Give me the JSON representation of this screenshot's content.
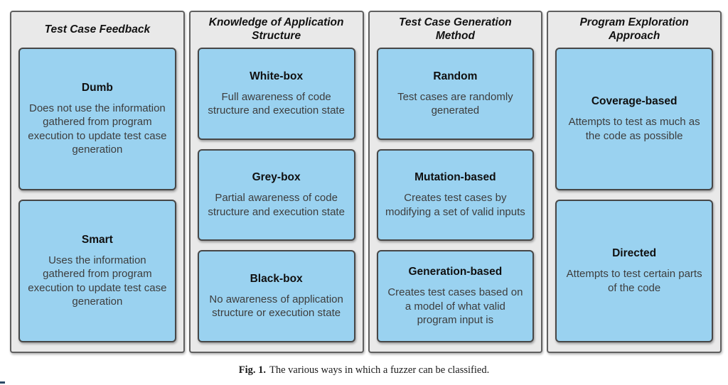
{
  "diagram": {
    "columns": [
      {
        "title": "Test Case Feedback",
        "boxes": [
          {
            "title": "Dumb",
            "description": "Does not use the information gathered from program execution to update test case generation"
          },
          {
            "title": "Smart",
            "description": "Uses the information gathered from program execution to update test case generation"
          }
        ]
      },
      {
        "title": "Knowledge of Application Structure",
        "boxes": [
          {
            "title": "White-box",
            "description": "Full awareness of code structure and execution state"
          },
          {
            "title": "Grey-box",
            "description": "Partial awareness of code structure and execution state"
          },
          {
            "title": "Black-box",
            "description": "No awareness of application structure or execution state"
          }
        ]
      },
      {
        "title": "Test Case Generation Method",
        "boxes": [
          {
            "title": "Random",
            "description": "Test cases are randomly generated"
          },
          {
            "title": "Mutation-based",
            "description": "Creates test cases by modifying a set of valid inputs"
          },
          {
            "title": "Generation-based",
            "description": "Creates test cases based on a model of what valid program input is"
          }
        ]
      },
      {
        "title": "Program Exploration Approach",
        "boxes": [
          {
            "title": "Coverage-based",
            "description": "Attempts to test as much as the code as possible"
          },
          {
            "title": "Directed",
            "description": "Attempts to test certain parts of the code"
          }
        ]
      }
    ],
    "colors": {
      "column_fill": "#e9e9e9",
      "column_border": "#5f5f5f",
      "box_fill": "#9ad2f0",
      "box_border": "#474747"
    }
  },
  "caption": {
    "label": "Fig. 1.",
    "text": "The various ways in which a fuzzer can be classified."
  }
}
